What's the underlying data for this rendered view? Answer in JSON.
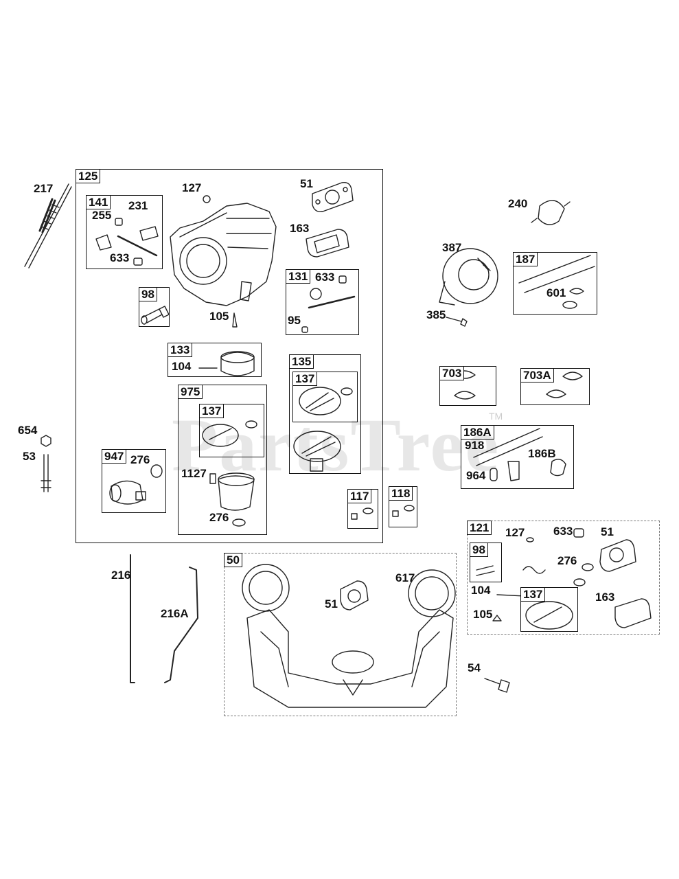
{
  "watermark": {
    "text": "PartsTree",
    "trademark": "TM"
  },
  "boxes": {
    "b125": "125",
    "b141": "141",
    "b98a": "98",
    "b133": "133",
    "b131": "131",
    "b135": "135",
    "b137a": "137",
    "b975": "975",
    "b137b": "137",
    "b947": "947",
    "b117": "117",
    "b118": "118",
    "b187": "187",
    "b703": "703",
    "b703a": "703A",
    "b186a": "186A",
    "b121": "121",
    "b98b": "98",
    "b137c": "137",
    "b50": "50"
  },
  "callouts": {
    "c217": "217",
    "c127a": "127",
    "c51a": "51",
    "c231": "231",
    "c255": "255",
    "c633a": "633",
    "c163a": "163",
    "c633b": "633",
    "c105a": "105",
    "c95": "95",
    "c104a": "104",
    "c654": "654",
    "c53": "53",
    "c276a": "276",
    "c1127": "1127",
    "c276b": "276",
    "c240": "240",
    "c387": "387",
    "c385": "385",
    "c601": "601",
    "c918": "918",
    "c186b": "186B",
    "c964": "964",
    "c127b": "127",
    "c633c": "633",
    "c51b": "51",
    "c276c": "276",
    "c104b": "104",
    "c105b": "105",
    "c163b": "163",
    "c216": "216",
    "c216a": "216A",
    "c51c": "51",
    "c617": "617",
    "c54": "54"
  }
}
